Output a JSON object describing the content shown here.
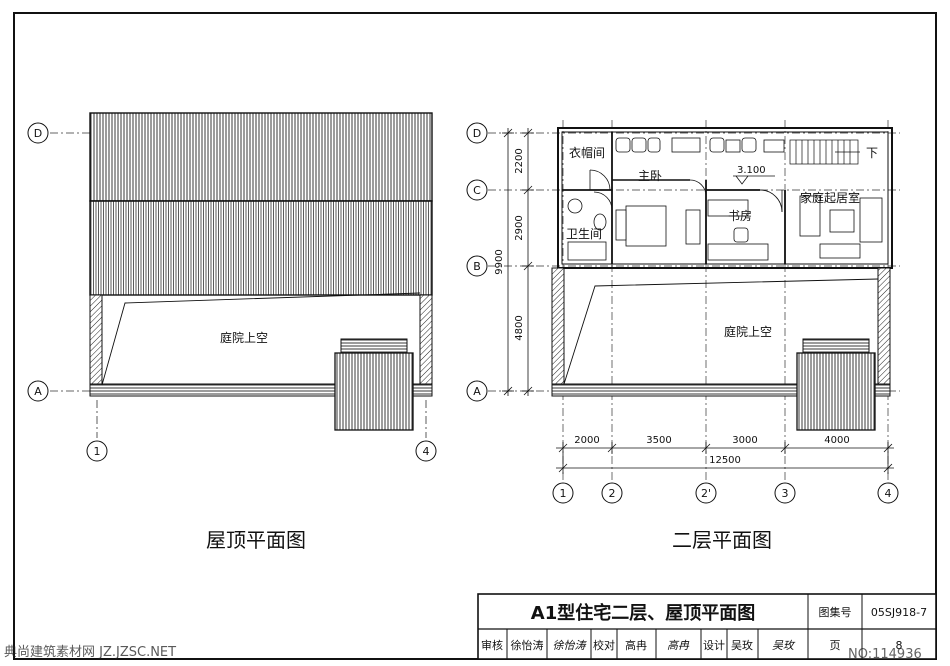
{
  "drawings": {
    "roof_plan": {
      "title": "屋顶平面图",
      "room_label": "庭院上空",
      "axis_rows": [
        "D",
        "A"
      ],
      "axis_cols": [
        "1",
        "4"
      ]
    },
    "floor2_plan": {
      "title": "二层平面图",
      "axis_rows": [
        "D",
        "C",
        "B",
        "A"
      ],
      "axis_cols": [
        "1",
        "2",
        "2'",
        "3",
        "4"
      ],
      "rooms": {
        "cloakroom": "衣帽间",
        "master_bedroom": "主卧",
        "bathroom": "卫生间",
        "study": "书房",
        "family_room": "家庭起居室",
        "courtyard_void": "庭院上空"
      },
      "elevation": "3.100",
      "stair_label": "下",
      "vertical_dims": [
        "2200",
        "2900",
        "9900",
        "4800"
      ],
      "horizontal_dims": [
        "2000",
        "3500",
        "3000",
        "4000"
      ],
      "total_dim": "12500"
    }
  },
  "title_block": {
    "title": "A1型住宅二层、屋顶平面图",
    "atlas_label": "图集号",
    "atlas_no": "05SJ918-7",
    "review_label": "审核",
    "reviewer": "徐怡涛",
    "reviewer_sig": "徐怡涛",
    "check_label": "校对",
    "checker": "高冉",
    "checker_sig": "高冉",
    "design_label": "设计",
    "designer": "吴玫",
    "designer_sig": "吴玫",
    "page_label": "页",
    "page_no": "8"
  },
  "watermark": {
    "left": "典尚建筑素材网 JZ.JZSC.NET",
    "right": "NO:114936"
  }
}
